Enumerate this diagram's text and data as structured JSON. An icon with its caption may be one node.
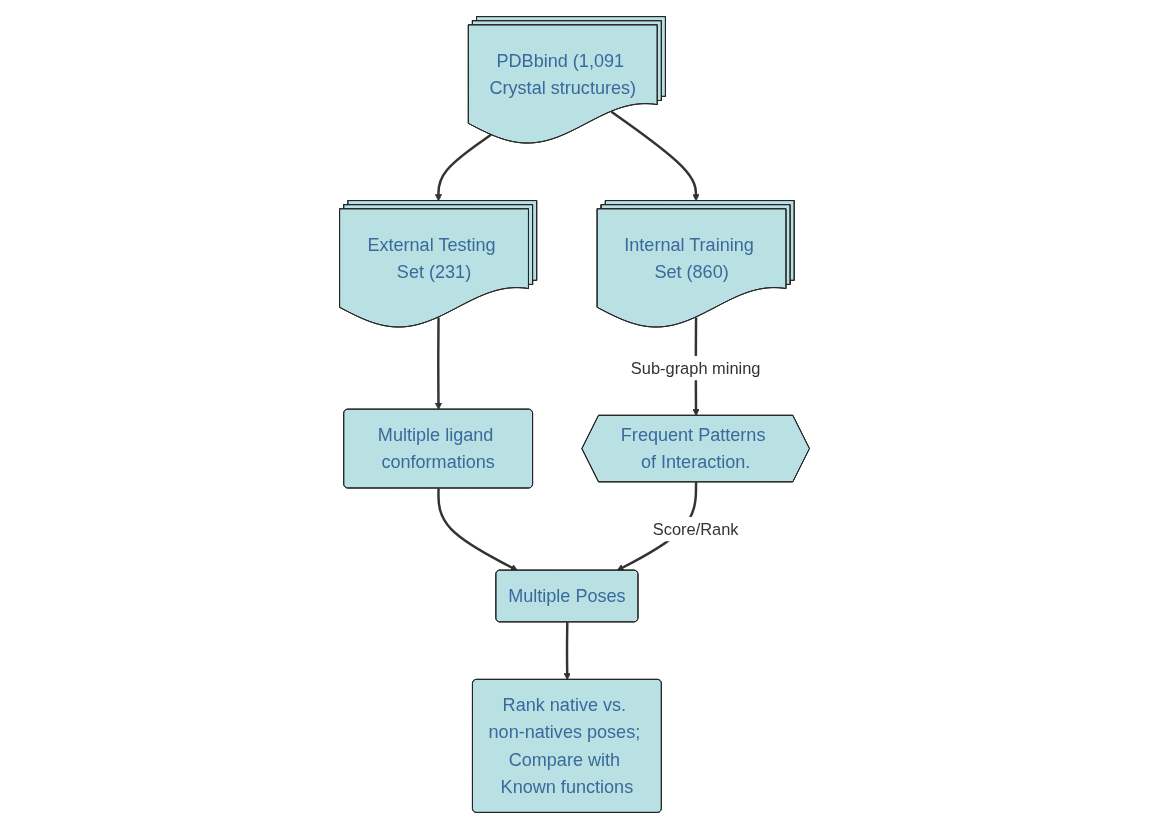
{
  "diagram": {
    "nodes": [
      {
        "text": [
          "External Testing Set (231)"
        ]
      },
      {
        "text": [
          "PDBbind (1,091 Crystal structures)"
        ]
      },
      {
        "text": [
          "Internal Training Set (860)"
        ]
      },
      {
        "text": [
          "Multiple ligand conformations"
        ]
      },
      {
        "text": [
          "Multiple Poses"
        ]
      },
      {
        "text": [
          "Frequent Patterns of Interaction."
        ]
      },
      {
        "text": [
          "Rank native vs. non-natives poses; Compare with Known functions"
        ]
      }
    ],
    "edges": [
      {
        "from": 1,
        "to": 0,
        "arrow": "to"
      },
      {
        "from": 1,
        "to": 2,
        "arrow": "to"
      },
      {
        "from": 0,
        "to": 3,
        "arrow": "to"
      },
      {
        "from": 2,
        "to": 5,
        "arrow": "to",
        "label": "Sub-graph mining"
      },
      {
        "from": 3,
        "to": 4,
        "arrow": "to"
      },
      {
        "from": 5,
        "to": 4,
        "arrow": "to",
        "label": "Score/Rank"
      },
      {
        "from": 4,
        "to": 6,
        "arrow": "to"
      }
    ]
  }
}
